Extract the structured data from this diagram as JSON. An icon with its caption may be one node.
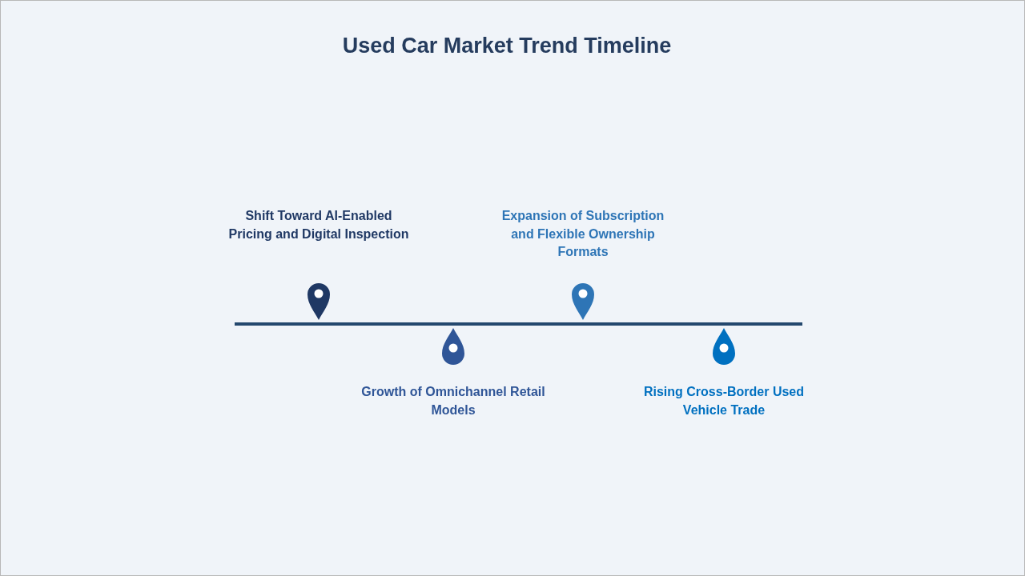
{
  "diagram": {
    "title": "Used Car Market Trend Timeline",
    "labels": [
      "Shift Toward AI-Enabled Pricing and Digital Inspection",
      "Expansion of Subscription and Flexible Ownership Formats",
      "Growth of Omnichannel Retail Models",
      "Rising Cross-Border Used Vehicle Trade"
    ]
  }
}
